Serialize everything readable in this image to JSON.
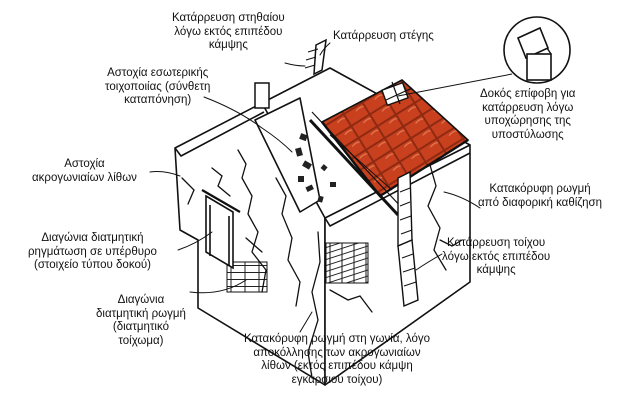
{
  "labels": {
    "parapet_collapse": "Κατάρρευση στηθαίου\nλόγω εκτός επιπέδου\nκάμψης",
    "roof_collapse": "Κατάρρευση στέγης",
    "internal_wall_failure": "Αστοχία εσωτερικής\nτοιχοποιίας (σύνθετη\nκαταπόνηση)",
    "cornerstone_failure": "Αστοχία\nακρογωνιαίων λίθων",
    "lintel_shear_crack": "Διαγώνια διατμητική\nρηγμάτωση σε υπέρθυρο\n(στοιχείο τύπου δοκού)",
    "pier_shear_crack": "Διαγώνια\nδιατμητική ρωγμή\n(διατμητικό\nτοίχωμα)",
    "corner_vertical_crack": "Κατακόρυφη ρωγμή στη γωνία, λόγο\nαποκόλλησης των ακρογωνιαίων\nλίθων (εκτός επιπέδου κάμψη\nεγκάρσιου τοίχου)",
    "beam_unseating": "Δοκός επίφοβη για\nκατάρρευση λόγω\nυποχώρησης της\nυποστύλωσης",
    "settlement_crack": "Κατακόρυφη ρωγμή\nαπό διαφορική καθίζηση",
    "wall_collapse": "Κατάρρευση τοίχου\nλόγω εκτός επιπέδου\nκάμψης"
  },
  "colors": {
    "ink": "#111111",
    "roof_tile": "#c8401d",
    "roof_tile_dark": "#8f2a12",
    "paper": "#ffffff"
  }
}
